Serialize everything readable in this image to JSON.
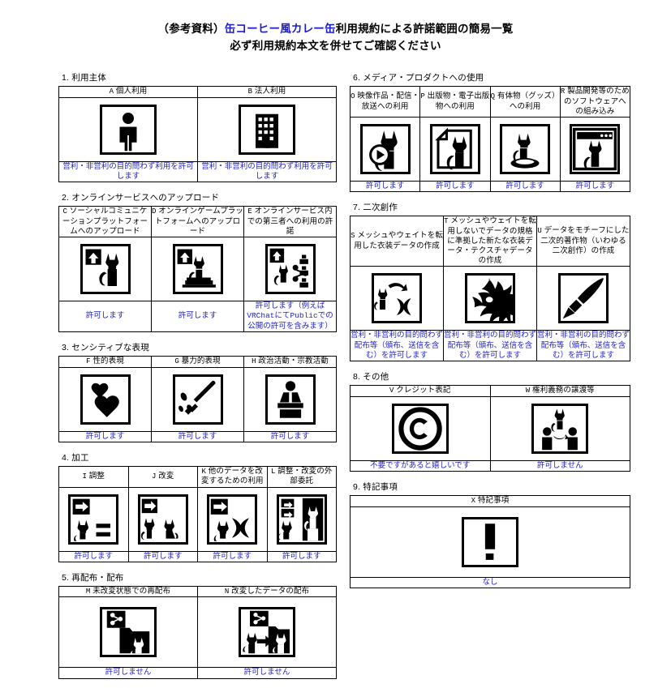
{
  "title": {
    "line1_pre": "（参考資料）",
    "line1_hl": "缶コーヒー風カレー缶",
    "line1_post": "利用規約による許諾範囲の簡易一覧",
    "line2": "必ず利用規約本文を併せてご確認ください"
  },
  "colors": {
    "text": "#000000",
    "accent_blue": "#1a1ad0",
    "note_blue": "#2222cc",
    "border": "#000000",
    "background": "#ffffff"
  },
  "sections": [
    {
      "id": "s1",
      "heading": "1. 利用主体",
      "columns": 2,
      "items": [
        {
          "code": "A",
          "label": "個人利用",
          "icon": "person-icon",
          "note": "営利・非営利の目的問わず利用を許可します"
        },
        {
          "code": "B",
          "label": "法人利用",
          "icon": "building-icon",
          "note": "営利・非営利の目的問わず利用を許可します"
        }
      ]
    },
    {
      "id": "s2",
      "heading": "2. オンラインサービスへのアップロード",
      "columns": 3,
      "items": [
        {
          "code": "C",
          "label": "ソーシャルコミュニケーションプラットフォームへのアップロード",
          "icon": "upload-avatar-icon",
          "note": "許可します"
        },
        {
          "code": "D",
          "label": "オンラインゲームプラットフォームへのアップロード",
          "icon": "upload-monitor-icon",
          "note": "許可します"
        },
        {
          "code": "E",
          "label": "オンラインサービス内での第三者への利用の許諾",
          "icon": "share-people-icon",
          "note": "許可します（例えばVRChatにてPublicでの公開の許可を含みます）"
        }
      ]
    },
    {
      "id": "s3",
      "heading": "3. センシティブな表現",
      "columns": 3,
      "items": [
        {
          "code": "F",
          "label": "性的表現",
          "icon": "hearts-icon",
          "note": "許可します"
        },
        {
          "code": "G",
          "label": "暴力的表現",
          "icon": "knife-icon",
          "note": "許可します"
        },
        {
          "code": "H",
          "label": "政治活動・宗教活動",
          "icon": "podium-speaker-icon",
          "note": "許可します"
        }
      ]
    },
    {
      "id": "s4",
      "heading": "4. 加工",
      "columns": 4,
      "items": [
        {
          "code": "I",
          "label": "調整",
          "icon": "adjust-equals-icon",
          "note": "許可します"
        },
        {
          "code": "J",
          "label": "改変",
          "icon": "modify-two-cats-icon",
          "note": "許可します"
        },
        {
          "code": "K",
          "label": "他のデータを改変するための利用",
          "icon": "transform-other-icon",
          "note": "許可します"
        },
        {
          "code": "L",
          "label": "調整・改変の外部委託",
          "icon": "outsource-icon",
          "note": "許可します"
        }
      ]
    },
    {
      "id": "s5",
      "heading": "5. 再配布・配布",
      "columns": 2,
      "items": [
        {
          "code": "M",
          "label": "未改変状態での再配布",
          "icon": "share-folder-icon",
          "note": "許可しません"
        },
        {
          "code": "N",
          "label": "改変したデータの配布",
          "icon": "share-modified-folder-icon",
          "note": "許可しません"
        }
      ]
    },
    {
      "id": "s6",
      "heading": "6. メディア・プロダクトへの使用",
      "columns": 4,
      "items": [
        {
          "code": "O",
          "label": "映像作品・配信・放送への利用",
          "icon": "video-play-icon",
          "note": "許可します"
        },
        {
          "code": "P",
          "label": "出版物・電子出版物への利用",
          "icon": "publication-icon",
          "note": "許可します"
        },
        {
          "code": "Q",
          "label": "有体物（グッズ）への利用",
          "icon": "figure-goods-icon",
          "note": "許可します"
        },
        {
          "code": "R",
          "label": "製品開発等のためのソフトウェアへの組み込み",
          "icon": "software-window-icon",
          "note": "許可します"
        }
      ]
    },
    {
      "id": "s7",
      "heading": "7. 二次創作",
      "columns": 3,
      "items": [
        {
          "code": "S",
          "label": "メッシュやウェイトを転用した衣装データの作成",
          "icon": "mesh-reuse-icon",
          "note": "営利・非営利の目的問わず配布等（頒布、送信を含む）を許可します"
        },
        {
          "code": "T",
          "label": "メッシュやウェイトを転用しないでデータの規格に準拠した新たな衣装データ・テクスチャデータの作成",
          "icon": "new-costume-icon",
          "note": "営利・非営利の目的問わず配布等（頒布、送信を含む）を許可します"
        },
        {
          "code": "U",
          "label": "データをモチーフにした二次的著作物（いわゆる二次創作）の作成",
          "icon": "brush-icon",
          "note": "営利・非営利の目的問わず配布等（頒布、送信を含む）を許可します"
        }
      ]
    },
    {
      "id": "s8",
      "heading": "8. その他",
      "columns": 2,
      "items": [
        {
          "code": "V",
          "label": "クレジット表記",
          "icon": "copyright-icon",
          "note": "不要ですがあると嬉しいです"
        },
        {
          "code": "W",
          "label": "権利義務の譲渡等",
          "icon": "transfer-rights-icon",
          "note": "許可しません"
        }
      ]
    },
    {
      "id": "s9",
      "heading": "9. 特記事項",
      "columns": 1,
      "items": [
        {
          "code": "X",
          "label": "特記事項",
          "icon": "exclamation-icon",
          "note": "なし"
        }
      ]
    }
  ],
  "layout": {
    "left_sections": [
      "s1",
      "s2",
      "s3",
      "s4",
      "s5"
    ],
    "right_sections": [
      "s6",
      "s7",
      "s8",
      "s9"
    ]
  }
}
